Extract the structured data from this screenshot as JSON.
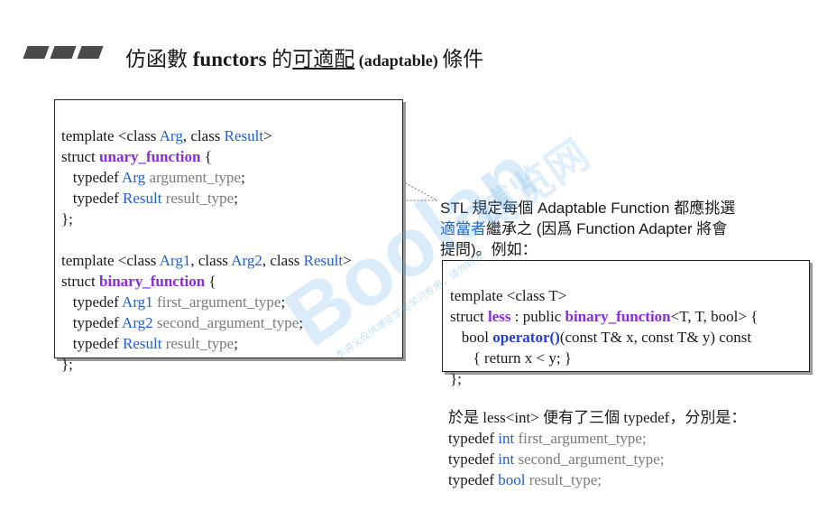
{
  "title": {
    "prefix": "仿函數 ",
    "bold": "functors",
    "mid": " 的",
    "underline": "可適配",
    "paren": " (adaptable) ",
    "suffix": "條件"
  },
  "box1": {
    "lines": [
      [
        "template <class ",
        "Arg",
        ", class ",
        "Result",
        ">"
      ],
      [
        "struct ",
        "unary_function",
        " {"
      ],
      [
        "   typedef ",
        "Arg",
        " ",
        "argument_type",
        ";"
      ],
      [
        "   typedef ",
        "Result",
        " ",
        "result_type",
        ";"
      ],
      [
        "};"
      ],
      [
        ""
      ],
      [
        "template <class ",
        "Arg1",
        ", class ",
        "Arg2",
        ", class ",
        "Result",
        ">"
      ],
      [
        "struct ",
        "binary_function",
        " {"
      ],
      [
        "   typedef ",
        "Arg1",
        " ",
        "first_argument_type",
        ";"
      ],
      [
        "   typedef ",
        "Arg2",
        " ",
        "second_argument_type",
        ";"
      ],
      [
        "   typedef ",
        "Result",
        " ",
        "result_type",
        ";"
      ],
      [
        "};"
      ]
    ]
  },
  "note": {
    "line1": "STL 規定每個 Adaptable Function 都應挑選",
    "line2_hl": "適當者",
    "line2_rest": "繼承之 (因爲 Function Adapter 將會",
    "line3": "提問)。例如："
  },
  "box2": {
    "l1": "template <class T>",
    "l2a": "struct ",
    "l2b": "less",
    "l2c": " : public ",
    "l2d": "binary_function",
    "l2e": "<T, T, bool> {",
    "l3a": "   bool ",
    "l3b": "operator()",
    "l3c": "(const T& x, const T& y) const",
    "l4": "      { return x < y; }",
    "l5": "};"
  },
  "result": {
    "l1": "於是 less<int> 便有了三個 typedef，分別是：",
    "rows": [
      {
        "a": "typedef ",
        "t": "int",
        "n": " first_argument_type;"
      },
      {
        "a": "typedef ",
        "t": "int",
        "n": " second_argument_type;"
      },
      {
        "a": "typedef ",
        "t": "bool",
        "n": " result_type;"
      }
    ]
  },
  "watermark": {
    "main": "Boolan",
    "top": "博览网",
    "small": "本讲义仅供博览学员学习专用，请勿转发"
  }
}
